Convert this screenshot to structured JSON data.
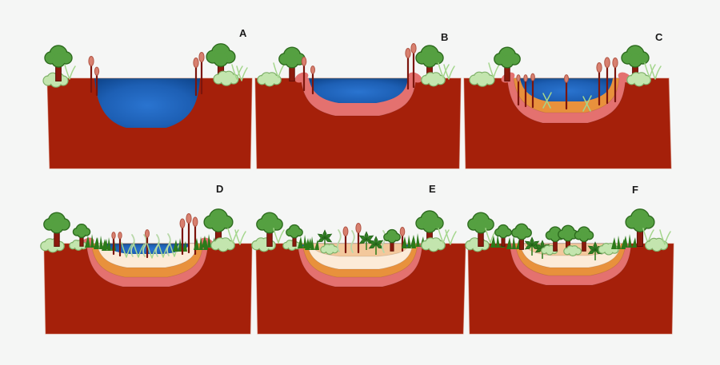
{
  "colors": {
    "background": "#f5f6f5",
    "ground": "#a5200a",
    "ground_edge": "#c25a42",
    "water_center": "#2a74d0",
    "water_mid": "#1d5fb4",
    "water_edge": "#0e458c",
    "water_surface_line": "#2f567c",
    "silt_pink": "#e4716f",
    "silt_orange": "#e8913c",
    "silt_cream": "#fcebd8",
    "silt_tan": "#f3c89c",
    "canopy": "#55a041",
    "canopy_dark": "#2d6b1e",
    "trunk": "#8c1a0c",
    "trunk_dark": "#5e1008",
    "bush": "#c3e5ae",
    "bush_dark": "#7fb169",
    "reed_head": "#d8806f",
    "reed_head_dark": "#b05545",
    "reed_stem": "#7c150c",
    "grass_dark": "#2c7a1a",
    "grass_light": "#a4d68c",
    "grass_sage": "#b8d8a8",
    "star_plant": "#2f7d22",
    "star_plant_dark": "#1e5a14",
    "label_color": "#1a1a1a"
  },
  "panels": [
    {
      "id": "a",
      "label": "A",
      "layers": [
        [
          "water",
          128,
          66,
          62
        ]
      ],
      "lips": false,
      "specks": [],
      "veg": [
        [
          "bush",
          14,
          75,
          1.0
        ],
        [
          "tree",
          17,
          73,
          1.0
        ],
        [
          "gl",
          31,
          71
        ],
        [
          "cat",
          58,
          87,
          34,
          1.0
        ],
        [
          "cat",
          65,
          91,
          26,
          0.85
        ],
        [
          "cat",
          189,
          91,
          36,
          1.0
        ],
        [
          "cat",
          196,
          89,
          41,
          1.0
        ],
        [
          "tree",
          220,
          73,
          1.05
        ],
        [
          "bush",
          227,
          73,
          1.0
        ],
        [
          "gl",
          240,
          71
        ],
        [
          "gl",
          246,
          73
        ]
      ]
    },
    {
      "id": "b",
      "label": "B",
      "layers": [
        [
          "pink",
          130,
          72,
          47
        ],
        [
          "water",
          130,
          62,
          31
        ]
      ],
      "lips": true,
      "specks": [],
      "veg": [
        [
          "bush",
          19,
          74,
          0.95
        ],
        [
          "gl",
          30,
          69
        ],
        [
          "tree",
          47,
          73,
          0.95
        ],
        [
          "cat",
          62,
          85,
          32,
          0.9
        ],
        [
          "cat",
          73,
          89,
          26,
          0.8
        ],
        [
          "cat",
          192,
          83,
          40,
          1.0
        ],
        [
          "cat",
          199,
          81,
          44,
          1.0
        ],
        [
          "tree",
          219,
          73,
          1.0
        ],
        [
          "bush",
          224,
          74,
          0.95
        ],
        [
          "gl",
          236,
          69
        ],
        [
          "gl",
          243,
          71
        ]
      ]
    },
    {
      "id": "c",
      "label": "C",
      "layers": [
        [
          "pink",
          130,
          74,
          56
        ],
        [
          "orange",
          130,
          66,
          43
        ],
        [
          "water",
          130,
          58,
          29
        ]
      ],
      "lips": true,
      "specks": [],
      "veg": [
        [
          "bush",
          25,
          74,
          1.0
        ],
        [
          "gl",
          39,
          69
        ],
        [
          "tree",
          56,
          73,
          0.95
        ],
        [
          "cat",
          70,
          103,
          30,
          0.7
        ],
        [
          "cat",
          79,
          105,
          32,
          0.7
        ],
        [
          "cat",
          88,
          106,
          34,
          0.75
        ],
        [
          "x2",
          106,
          107
        ],
        [
          "cat",
          130,
          108,
          34,
          0.8
        ],
        [
          "x2",
          156,
          111
        ],
        [
          "cat",
          171,
          103,
          42,
          1.0
        ],
        [
          "cat",
          181,
          101,
          46,
          1.05
        ],
        [
          "cat",
          191,
          99,
          44,
          1.0
        ],
        [
          "tree",
          216,
          73,
          1.0
        ],
        [
          "bush",
          221,
          74,
          0.95
        ],
        [
          "gl",
          234,
          69
        ],
        [
          "gl",
          241,
          71
        ]
      ]
    },
    {
      "id": "d",
      "label": "D",
      "layers": [
        [
          "pink",
          130,
          76,
          54
        ],
        [
          "orange",
          130,
          70,
          42
        ],
        [
          "cream",
          130,
          63,
          30
        ],
        [
          "water",
          130,
          53,
          13
        ]
      ],
      "lips": true,
      "specks": [],
      "veg": [
        [
          "bush",
          12,
          75,
          0.95
        ],
        [
          "tree",
          17,
          73,
          0.95
        ],
        [
          "bush",
          44,
          74,
          0.7
        ],
        [
          "tree",
          48,
          73,
          0.62
        ],
        [
          "gd",
          60,
          75
        ],
        [
          "gd",
          71,
          77
        ],
        [
          "gd",
          81,
          79
        ],
        [
          "cat",
          88,
          83,
          20,
          0.7
        ],
        [
          "cat",
          96,
          85,
          22,
          0.7
        ],
        [
          "gl",
          104,
          87
        ],
        [
          "wv",
          112,
          86
        ],
        [
          "gl",
          119,
          87
        ],
        [
          "wv",
          127,
          86
        ],
        [
          "cat",
          130,
          87,
          26,
          0.8
        ],
        [
          "gl",
          136,
          88
        ],
        [
          "wv",
          143,
          86
        ],
        [
          "gl",
          150,
          87
        ],
        [
          "wv",
          157,
          85
        ],
        [
          "gl",
          164,
          86
        ],
        [
          "gd",
          170,
          80
        ],
        [
          "cat",
          174,
          83,
          34,
          0.95
        ],
        [
          "cat",
          182,
          81,
          38,
          1.0
        ],
        [
          "cat",
          190,
          83,
          36,
          0.95
        ],
        [
          "gd",
          196,
          78
        ],
        [
          "gd",
          206,
          75
        ],
        [
          "tree",
          219,
          73,
          1.05
        ],
        [
          "bush",
          225,
          74,
          0.95
        ],
        [
          "gl",
          237,
          69
        ],
        [
          "gl",
          246,
          71
        ]
      ]
    },
    {
      "id": "e",
      "label": "E",
      "layers": [
        [
          "pink",
          130,
          78,
          54
        ],
        [
          "orange",
          130,
          72,
          42
        ],
        [
          "cream",
          130,
          66,
          32
        ],
        [
          "tan",
          130,
          62,
          16
        ]
      ],
      "lips": false,
      "specks": [
        [
          57,
          71
        ],
        [
          190,
          71
        ]
      ],
      "veg": [
        [
          "bush",
          10,
          74,
          0.95
        ],
        [
          "tree",
          17,
          73,
          0.95
        ],
        [
          "gl",
          28,
          69
        ],
        [
          "bush",
          45,
          74,
          0.7
        ],
        [
          "tree",
          48,
          73,
          0.6
        ],
        [
          "gd",
          60,
          76
        ],
        [
          "gd",
          69,
          78
        ],
        [
          "star",
          86,
          63
        ],
        [
          "bush",
          92,
          79,
          0.7
        ],
        [
          "wv",
          104,
          80
        ],
        [
          "cat",
          112,
          81,
          22,
          0.95
        ],
        [
          "wv",
          121,
          81
        ],
        [
          "cat",
          128,
          81,
          26,
          1.0
        ],
        [
          "star",
          138,
          65
        ],
        [
          "star",
          150,
          71
        ],
        [
          "wv",
          160,
          81
        ],
        [
          "tree",
          170,
          79,
          0.6
        ],
        [
          "cat",
          183,
          79,
          20,
          0.9
        ],
        [
          "gd",
          190,
          76
        ],
        [
          "gd",
          201,
          74
        ],
        [
          "tree",
          217,
          73,
          1.0
        ],
        [
          "bush",
          222,
          74,
          0.95
        ],
        [
          "gl",
          234,
          69
        ],
        [
          "gl",
          243,
          71
        ]
      ]
    },
    {
      "id": "f",
      "label": "F",
      "layers": [
        [
          "pink",
          130,
          76,
          52
        ],
        [
          "orange",
          130,
          69,
          40
        ],
        [
          "cream",
          130,
          63,
          30
        ],
        [
          "tan",
          130,
          58,
          15
        ]
      ],
      "lips": false,
      "specks": [
        [
          182,
          71
        ]
      ],
      "veg": [
        [
          "bush",
          14,
          74,
          0.95
        ],
        [
          "tree",
          18,
          73,
          0.95
        ],
        [
          "gl",
          30,
          69
        ],
        [
          "gd",
          38,
          75
        ],
        [
          "tree",
          46,
          73,
          0.6
        ],
        [
          "gd",
          58,
          77
        ],
        [
          "tree",
          69,
          77,
          0.72
        ],
        [
          "star",
          82,
          72
        ],
        [
          "star",
          95,
          76
        ],
        [
          "bush",
          104,
          80,
          0.65
        ],
        [
          "tree",
          111,
          79,
          0.68
        ],
        [
          "tree",
          127,
          79,
          0.72
        ],
        [
          "bush",
          133,
          81,
          0.7
        ],
        [
          "tree",
          147,
          79,
          0.68
        ],
        [
          "star",
          161,
          78
        ],
        [
          "bush",
          178,
          79,
          0.8
        ],
        [
          "gd",
          189,
          77
        ],
        [
          "gd",
          203,
          75
        ],
        [
          "tree",
          217,
          73,
          1.05
        ],
        [
          "gl",
          227,
          69
        ],
        [
          "bush",
          238,
          74,
          0.9
        ],
        [
          "gl",
          248,
          71
        ]
      ]
    }
  ]
}
